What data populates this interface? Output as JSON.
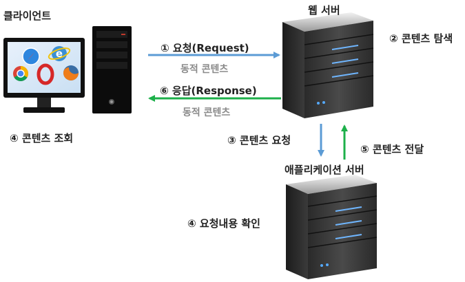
{
  "labels": {
    "client": "클라이언트",
    "web_server": "웹 서버",
    "request": "① 요청(Request)",
    "dynamic_content_1": "동적 콘텐츠",
    "content_search": "② 콘텐츠 탐색",
    "response": "⑥ 응답(Response)",
    "dynamic_content_2": "동적 콘텐츠",
    "content_view": "④ 콘텐츠 조회",
    "content_request": "③ 콘텐츠 요청",
    "content_deliver": "⑤ 콘텐츠 전달",
    "app_server": "애플리케이션 서버",
    "check_request": "④ 요청내용 확인"
  },
  "icons": [
    "monitor-icon",
    "pc-tower-icon",
    "safari-icon",
    "ie-icon",
    "chrome-icon",
    "opera-icon",
    "firefox-icon",
    "server-icon"
  ],
  "colors": {
    "request_arrow": "#5b9bd5",
    "response_arrow": "#1db04a",
    "down_arrow": "#5b9bd5",
    "up_arrow": "#1db04a"
  }
}
